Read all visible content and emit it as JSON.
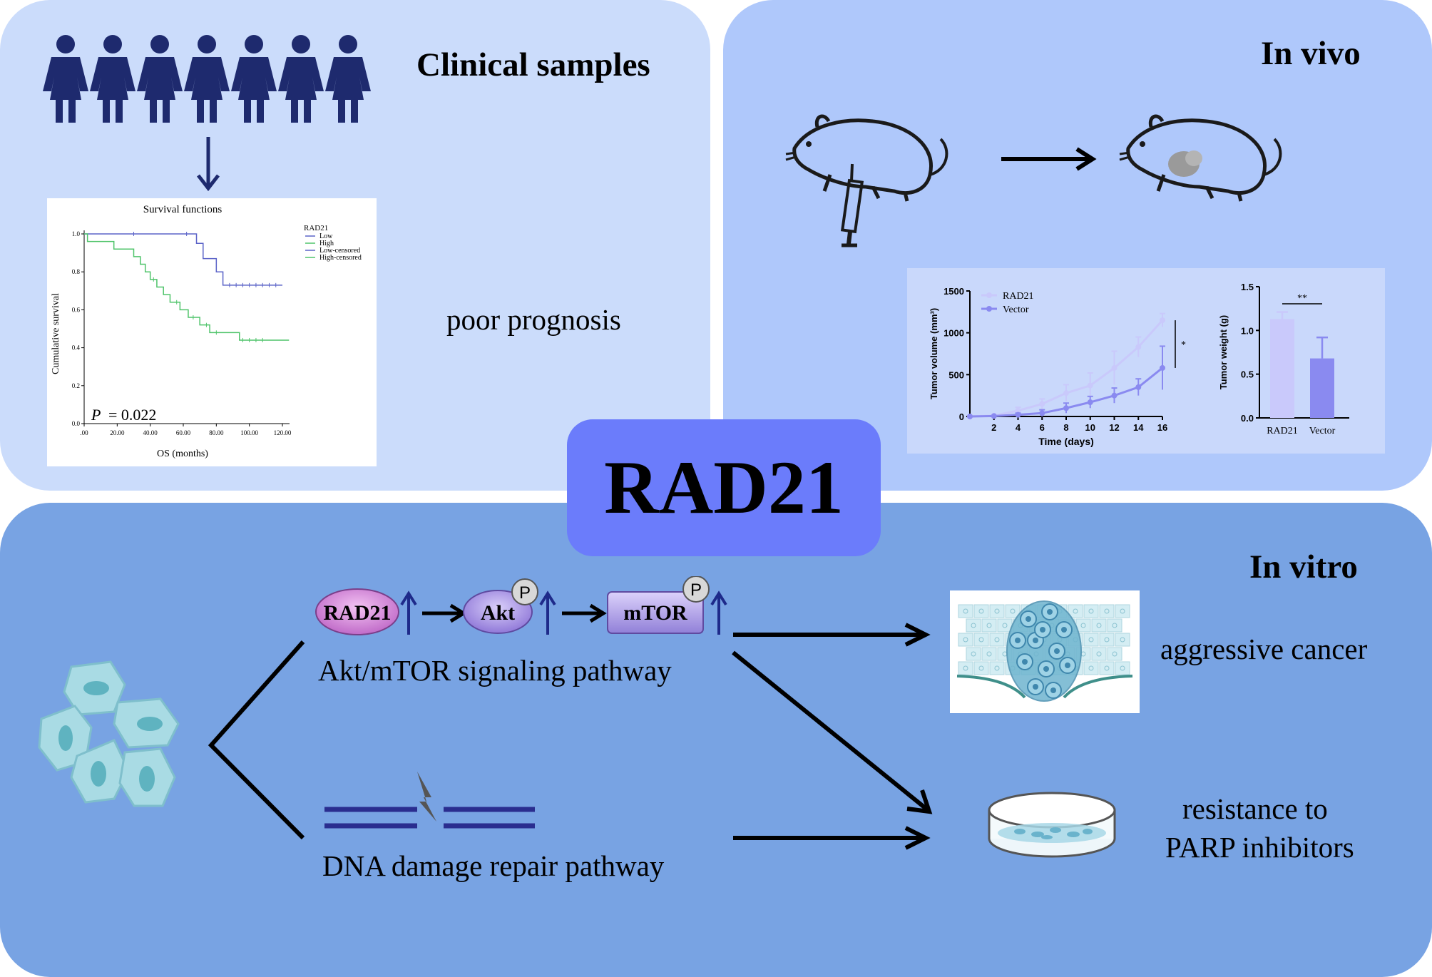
{
  "center": {
    "label": "RAD21"
  },
  "clinical": {
    "title": "Clinical samples",
    "result": "poor prognosis",
    "km": {
      "title": "Survival functions",
      "ylabel": "Cumulative survival",
      "xlabel": "OS (months)",
      "yticks": [
        "0.0",
        "0.2",
        "0.4",
        "0.6",
        "0.8",
        "1.0"
      ],
      "xticks": [
        ".00",
        "20.00",
        "40.00",
        "60.00",
        "80.00",
        "100.00",
        "120.00"
      ],
      "legend_title": "RAD21",
      "legend": [
        "Low",
        "High",
        "Low-censored",
        "High-censored"
      ],
      "pvalue_label": "P",
      "pvalue": "= 0.022",
      "colors": {
        "low": "#5b63c8",
        "high": "#4fc46a"
      }
    }
  },
  "invivo": {
    "title": "In vivo",
    "chart_data": [
      {
        "type": "line",
        "x": [
          0,
          2,
          4,
          6,
          8,
          10,
          12,
          14,
          16
        ],
        "series": [
          {
            "name": "RAD21",
            "values": [
              0,
              10,
              70,
              150,
              280,
              370,
              580,
              830,
              1150
            ],
            "errors": [
              0,
              10,
              40,
              60,
              100,
              150,
              200,
              120,
              80
            ]
          },
          {
            "name": "Vector",
            "values": [
              0,
              5,
              20,
              40,
              100,
              170,
              250,
              350,
              580
            ],
            "errors": [
              0,
              5,
              20,
              40,
              60,
              70,
              90,
              100,
              260
            ]
          }
        ],
        "xlabel": "Time (days)",
        "ylabel": "Tumor volume (mm³)",
        "xticks": [
          "2",
          "4",
          "6",
          "8",
          "10",
          "12",
          "14",
          "16"
        ],
        "yticks": [
          "0",
          "500",
          "1000",
          "1500"
        ],
        "ylim": [
          0,
          1500
        ],
        "significance": "*",
        "colors": [
          "#c9c9fb",
          "#8a8af0"
        ]
      },
      {
        "type": "bar",
        "categories": [
          "RAD21",
          "Vector"
        ],
        "values": [
          1.13,
          0.68
        ],
        "errors": [
          0.08,
          0.24
        ],
        "ylabel": "Tumor weight (g)",
        "yticks": [
          "0.0",
          "0.5",
          "1.0",
          "1.5"
        ],
        "ylim": [
          0,
          1.5
        ],
        "significance": "**",
        "colors": [
          "#c9c9fb",
          "#8a8af0"
        ]
      }
    ]
  },
  "invitro": {
    "title": "In vitro",
    "nodes": {
      "rad21": "RAD21",
      "akt": "Akt",
      "mtor": "mTOR",
      "phospho": "P"
    },
    "pathway1": "Akt/mTOR signaling pathway",
    "pathway2": "DNA damage repair pathway",
    "outcome1": "aggressive cancer",
    "outcome2_line1": "resistance to",
    "outcome2_line2": "PARP inhibitors"
  }
}
